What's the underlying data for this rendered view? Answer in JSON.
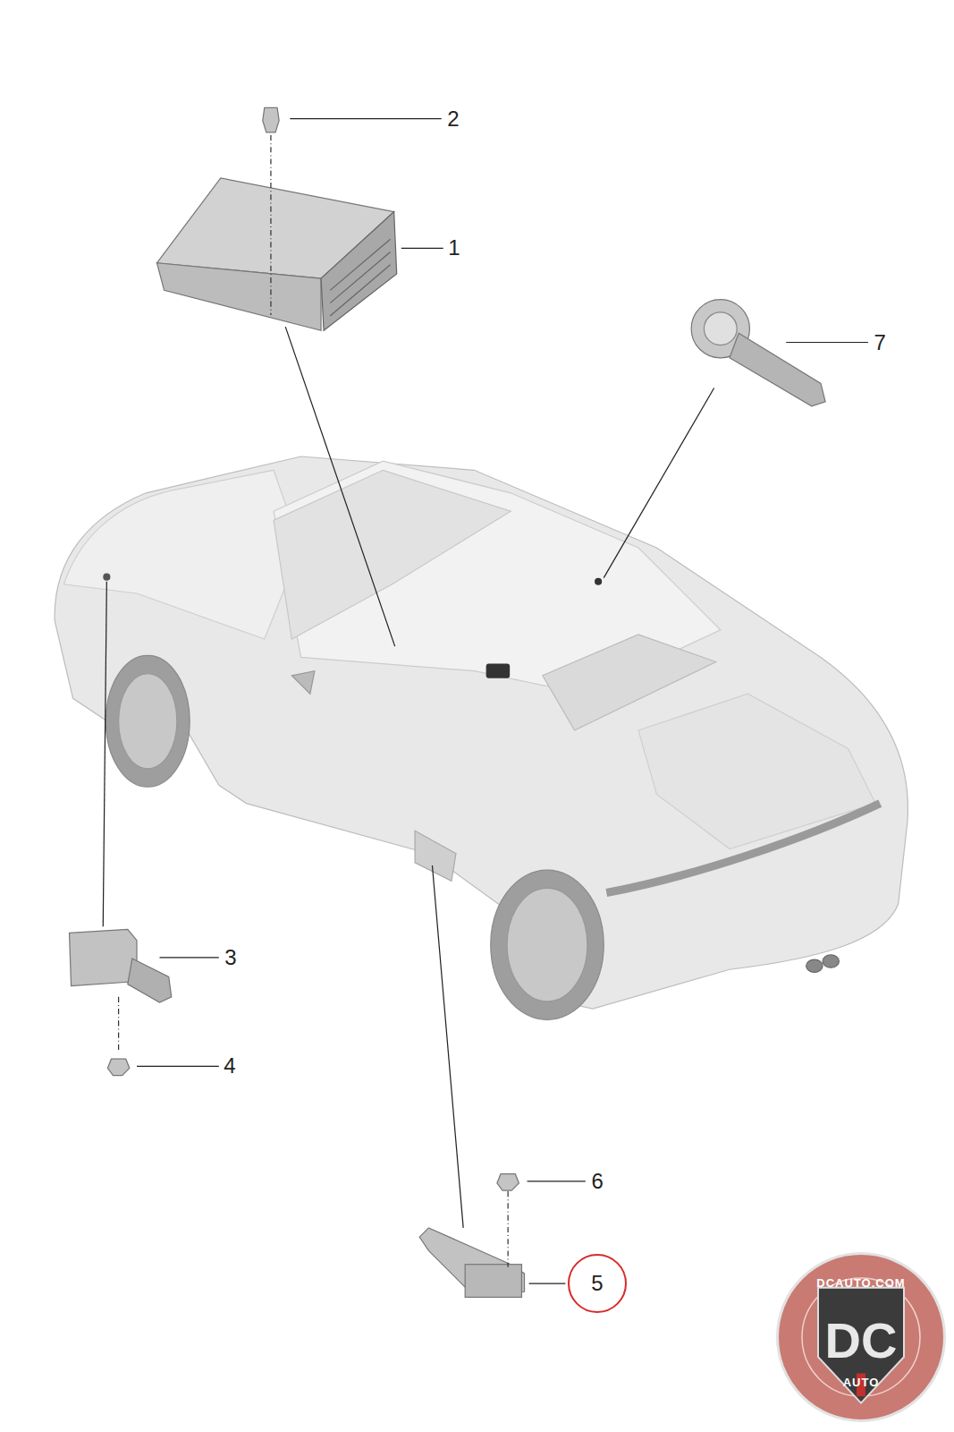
{
  "diagram": {
    "nodes": [
      {
        "text": [
          "5"
        ]
      },
      {
        "text": [
          "DCAUTO.COM",
          "DC",
          "AUTO"
        ]
      }
    ],
    "edges": [],
    "labels": [
      "2",
      "1",
      "7",
      "3",
      "4",
      "6"
    ]
  }
}
